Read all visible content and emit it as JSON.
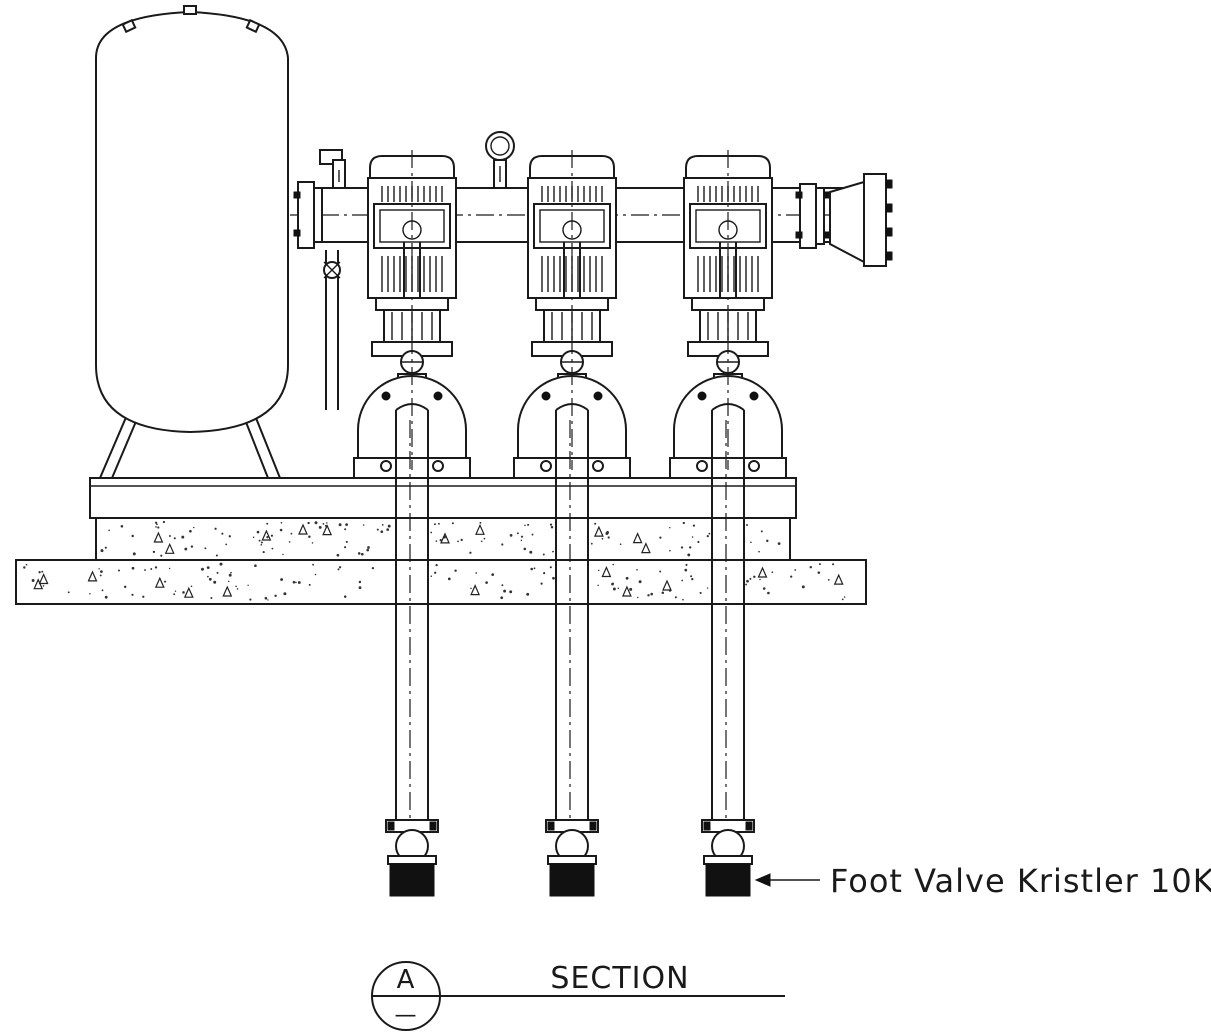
{
  "callout": {
    "text": "Foot Valve Kristler 10K"
  },
  "section_marker": {
    "letter": "A",
    "lower": "—",
    "title": "SECTION"
  },
  "colors": {
    "line": "#1a1a1a",
    "background": "#ffffff",
    "fill_dark": "#111111"
  },
  "pump_count": 3
}
